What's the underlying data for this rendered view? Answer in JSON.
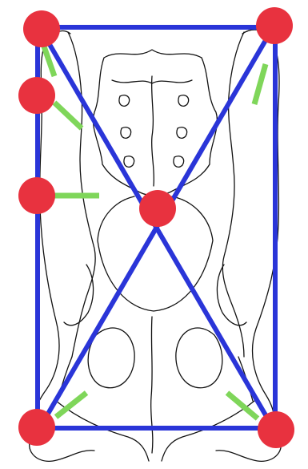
{
  "colors": {
    "background": "#ffffff",
    "outline": "#111111",
    "frame": "#2a35d8",
    "marker": "#e8323f",
    "tick": "#7fd65a"
  },
  "diagram": {
    "subject": "pelvis-outline-line-drawing",
    "overlay": [
      "rectangle-frame",
      "diagonal-cross",
      "landmark-markers",
      "measurement-ticks"
    ]
  }
}
